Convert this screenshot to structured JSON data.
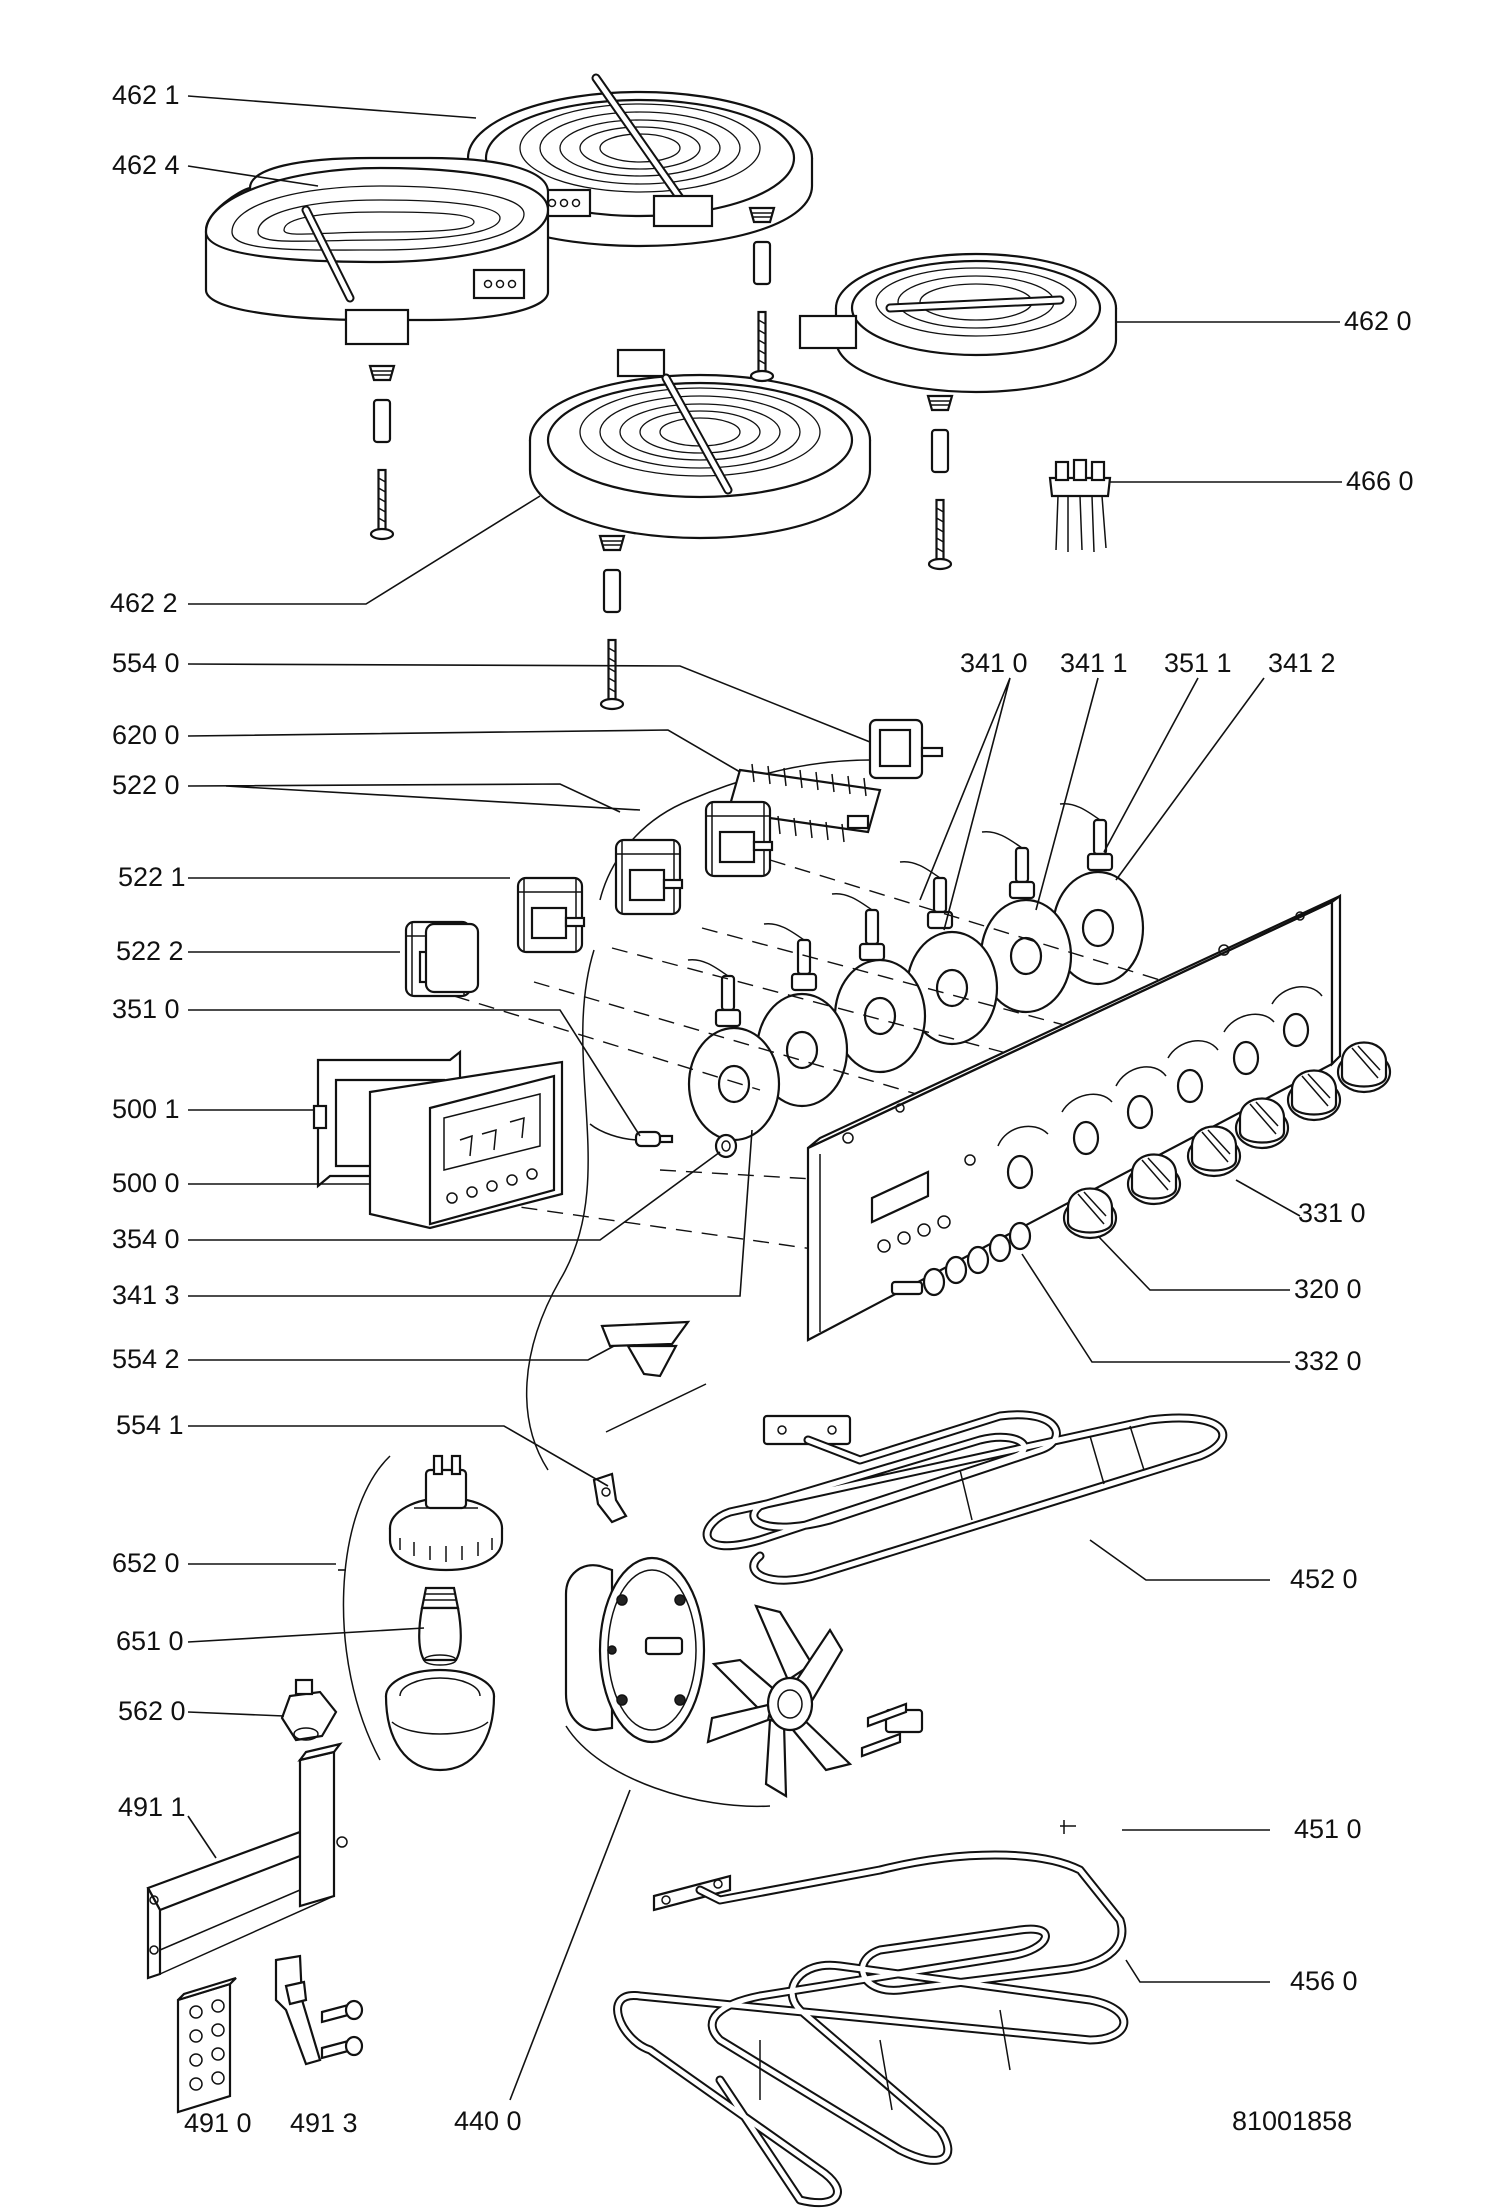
{
  "drawing_number": "81001858",
  "part_labels": {
    "p4621": "462 1",
    "p4624": "462 4",
    "p4620": "462 0",
    "p4660": "466 0",
    "p4622": "462 2",
    "p5540": "554 0",
    "p6200": "620 0",
    "p5220": "522 0",
    "p5221": "522 1",
    "p5222": "522 2",
    "p3510": "351 0",
    "p5001": "500 1",
    "p5000": "500 0",
    "p3540": "354 0",
    "p3413": "341 3",
    "p5542": "554 2",
    "p5541": "554 1",
    "p6520": "652 0",
    "p6510": "651 0",
    "p5620": "562 0",
    "p4911": "491 1",
    "p4910": "491 0",
    "p4913": "491 3",
    "p4400": "440 0",
    "p3410": "341 0",
    "p3411": "341 1",
    "p3511": "351 1",
    "p3412": "341 2",
    "p3310": "331 0",
    "p3200": "320 0",
    "p3320": "332 0",
    "p4520": "452 0",
    "p4510": "451 0",
    "p4560": "456 0"
  }
}
